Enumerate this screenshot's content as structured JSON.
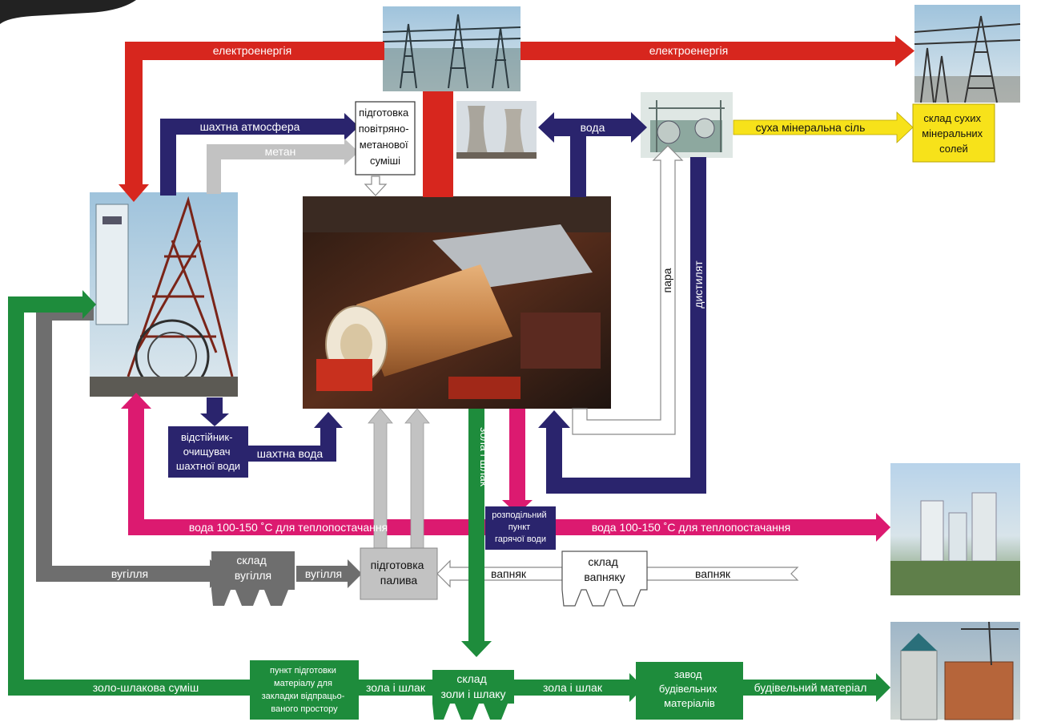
{
  "colors": {
    "red": "#d7261e",
    "navy": "#2a246d",
    "lightgray": "#c2c2c2",
    "darkgray": "#6e6e6e",
    "green": "#1e8c3c",
    "magenta": "#dc1a70",
    "yellow": "#f7e21a",
    "white_outline": "#8a8a8a"
  },
  "nodes": {
    "air_methane_prep": [
      "підготовка",
      "повітряно-",
      "метанової",
      "суміші"
    ],
    "mine_water_settler": [
      "відстійник-",
      "очищувач",
      "шахтної води"
    ],
    "fuel_prep": [
      "підготовка",
      "палива"
    ],
    "coal_store": [
      "склад",
      "вугілля"
    ],
    "limestone_store": [
      "склад",
      "вапняку"
    ],
    "hot_water_point": [
      "розподільний",
      "пункт",
      "гарячої води"
    ],
    "backfill_prep": [
      "пункт підготовки",
      "матеріалу для",
      "закладки відпрацьо-",
      "ваного простору"
    ],
    "ash_store": [
      "склад",
      "золи і шлаку"
    ],
    "building_plant": [
      "завод",
      "будівельних",
      "матеріалів"
    ],
    "salt_store": [
      "склад сухих",
      "мінеральних",
      "солей"
    ]
  },
  "flows": {
    "electricity_left": "електроенергія",
    "electricity_right": "електроенергія",
    "mine_atmosphere": "шахтна атмосфера",
    "methane": "метан",
    "water": "вода",
    "dry_salt": "суха мінеральна сіль",
    "steam": "пара",
    "distillate": "дистилят",
    "mine_water": "шахтна вода",
    "hot_water_left": "вода 100-150 ˚С для теплопостачання",
    "hot_water_right": "вода 100-150 ˚С для теплопостачання",
    "coal_1": "вугілля",
    "coal_2": "вугілля",
    "limestone_1": "вапняк",
    "limestone_2": "вапняк",
    "ash_vertical": "зола і шлак",
    "ash_1": "зола і шлак",
    "ash_2": "зола і шлак",
    "ash_slag_mix": "золо-шлакова суміш",
    "building_material": "будівельний матеріал"
  }
}
